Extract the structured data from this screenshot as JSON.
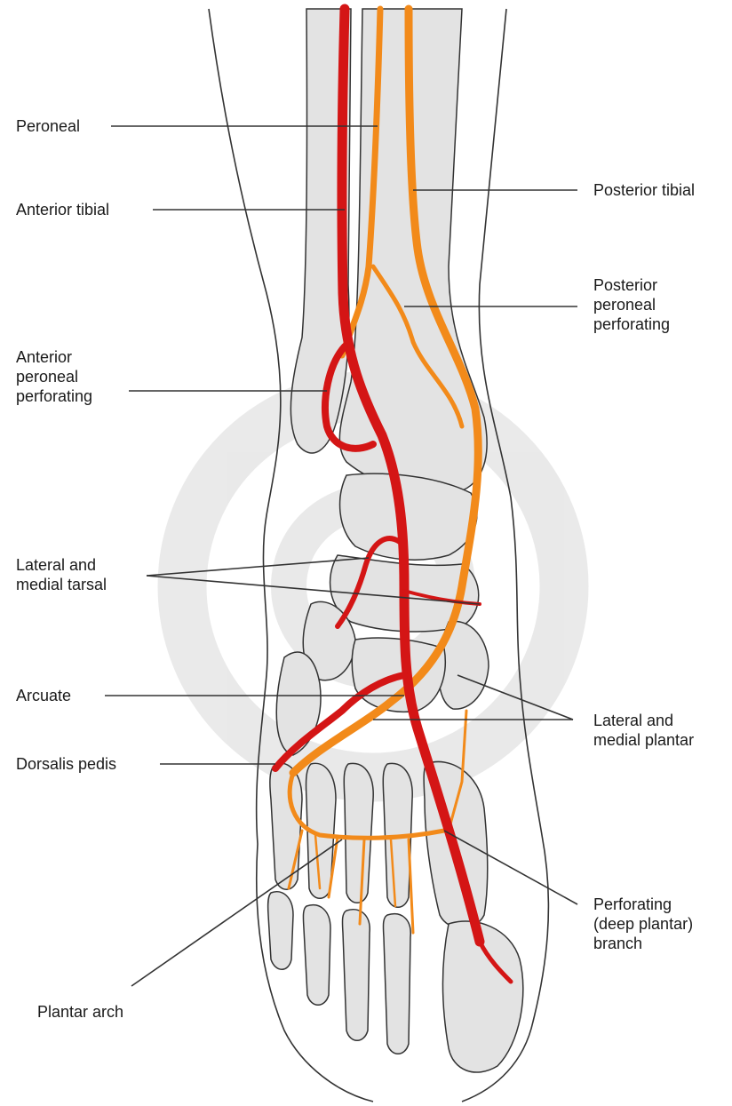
{
  "labels": {
    "peroneal": "Peroneal",
    "anterior_tibial": "Anterior tibial",
    "posterior_tibial": "Posterior tibial",
    "posterior_peroneal_perforating": [
      "Posterior",
      "peroneal",
      "perforating"
    ],
    "anterior_peroneal_perforating": [
      "Anterior",
      "peroneal",
      "perforating"
    ],
    "lateral_medial_tarsal": [
      "Lateral and",
      "medial tarsal"
    ],
    "arcuate": "Arcuate",
    "lateral_medial_plantar": [
      "Lateral and",
      "medial plantar"
    ],
    "dorsalis_pedis": "Dorsalis pedis",
    "perforating_branch": [
      "Perforating",
      "(deep plantar)",
      "branch"
    ],
    "plantar_arch": "Plantar arch"
  },
  "colors": {
    "artery_anterior": "#d41515",
    "artery_posterior": "#f28a1a",
    "bone_fill": "#e3e3e3",
    "outline": "#333333",
    "watermark": "#d8d8d8"
  }
}
